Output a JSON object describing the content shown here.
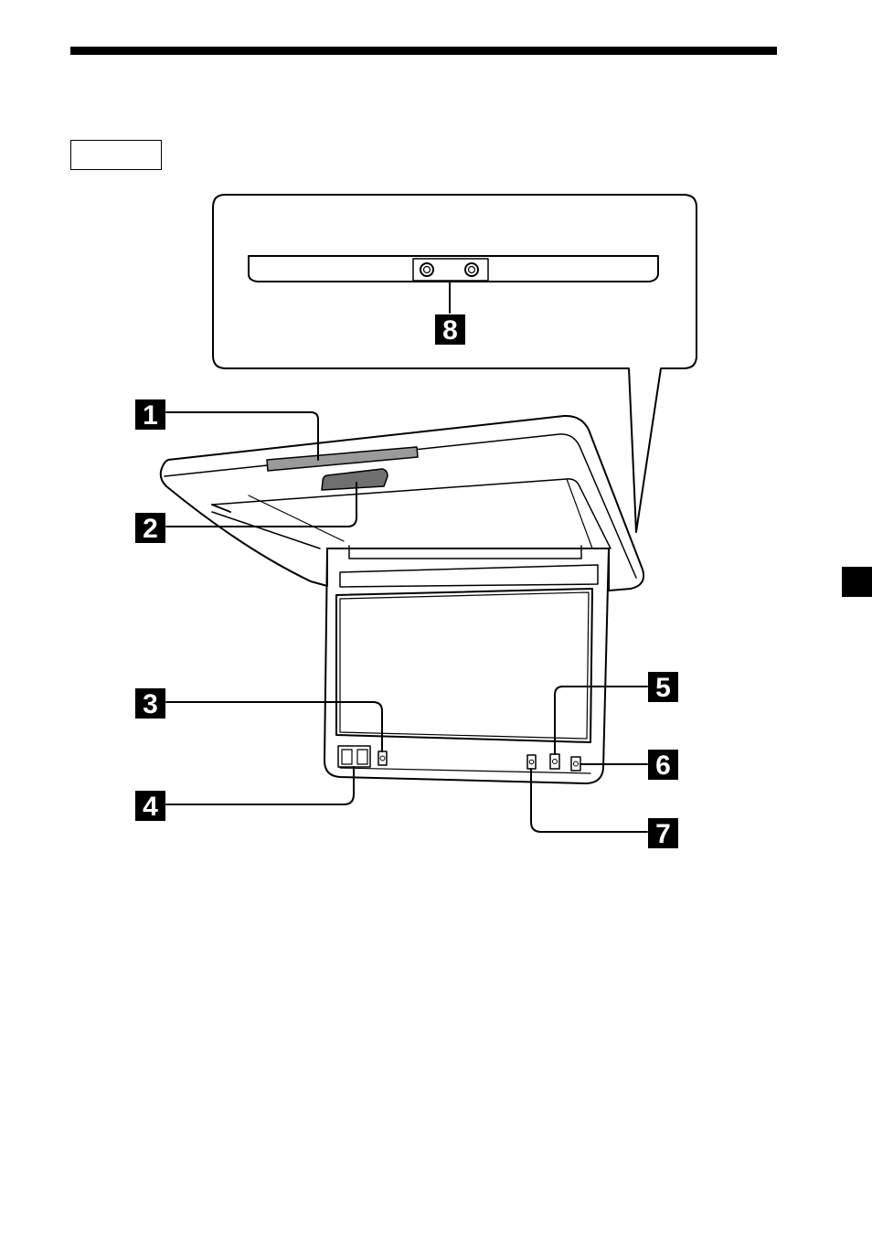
{
  "header_box_text": "",
  "callouts": [
    {
      "id": "1",
      "label": "1"
    },
    {
      "id": "2",
      "label": "2"
    },
    {
      "id": "3",
      "label": "3"
    },
    {
      "id": "4",
      "label": "4"
    },
    {
      "id": "5",
      "label": "5"
    },
    {
      "id": "6",
      "label": "6"
    },
    {
      "id": "7",
      "label": "7"
    },
    {
      "id": "8",
      "label": "8"
    }
  ],
  "colors": {
    "ink": "#000000",
    "paper": "#ffffff",
    "shade": "#9a9a9a",
    "dark_shade": "#707070"
  }
}
